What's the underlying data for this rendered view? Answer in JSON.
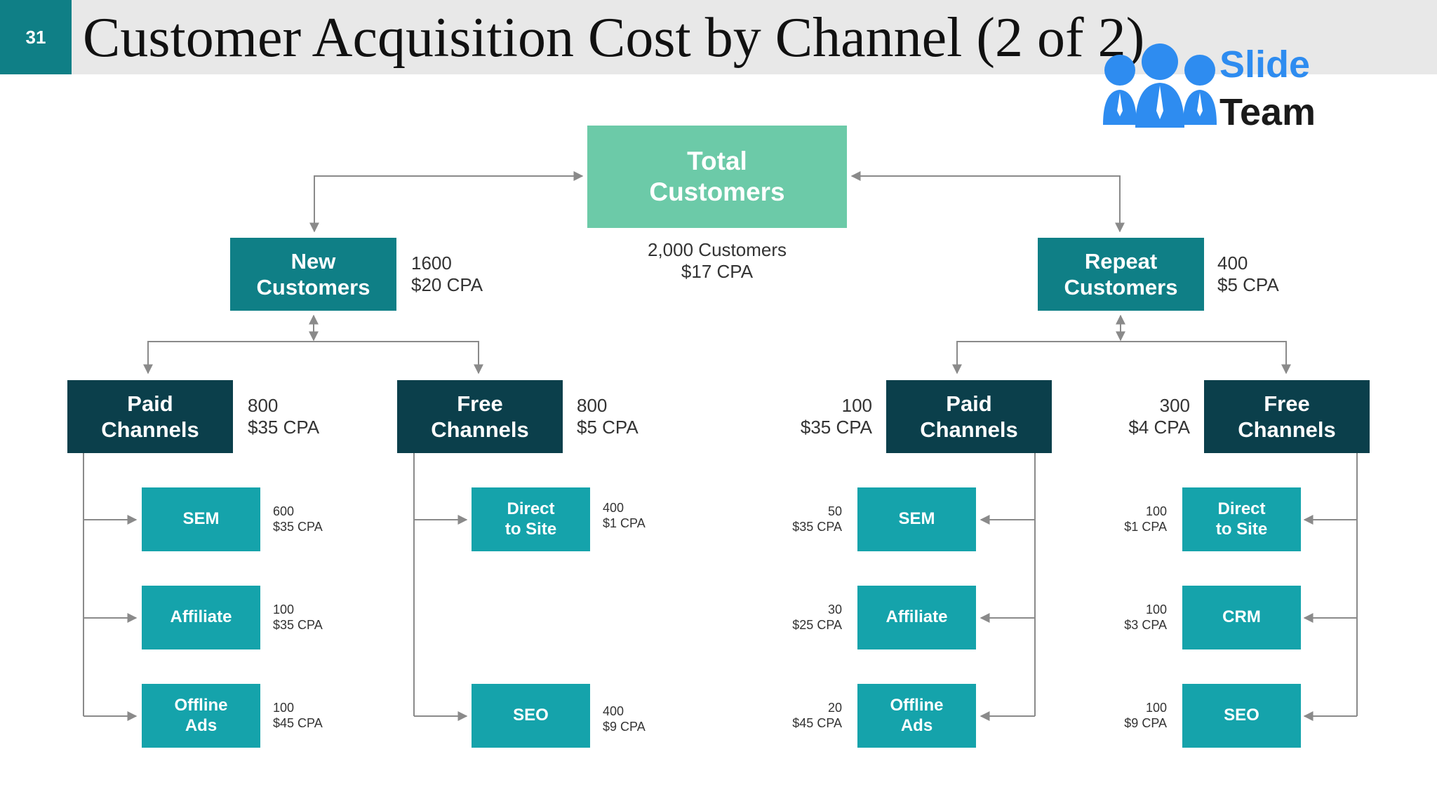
{
  "header": {
    "slide_number": "31",
    "title": "Customer Acquisition Cost by Channel (2 of 2)"
  },
  "logo": {
    "word1": "Slide",
    "word2": "Team"
  },
  "root": {
    "label_l1": "Total",
    "label_l2": "Customers",
    "count": "2,000 Customers",
    "cpa": "$17 CPA"
  },
  "new": {
    "label_l1": "New",
    "label_l2": "Customers",
    "count": "1600",
    "cpa": "$20 CPA",
    "paid": {
      "label_l1": "Paid",
      "label_l2": "Channels",
      "count": "800",
      "cpa": "$35 CPA",
      "items": [
        {
          "label_l1": "SEM",
          "label_l2": "",
          "count": "600",
          "cpa": "$35 CPA"
        },
        {
          "label_l1": "Affiliate",
          "label_l2": "",
          "count": "100",
          "cpa": "$35 CPA"
        },
        {
          "label_l1": "Offline",
          "label_l2": "Ads",
          "count": "100",
          "cpa": "$45 CPA"
        }
      ]
    },
    "free": {
      "label_l1": "Free",
      "label_l2": "Channels",
      "count": "800",
      "cpa": "$5 CPA",
      "items": [
        {
          "label_l1": "Direct",
          "label_l2": "to Site",
          "count": "400",
          "cpa": "$1 CPA"
        },
        {
          "label_l1": "SEO",
          "label_l2": "",
          "count": "400",
          "cpa": "$9 CPA"
        }
      ]
    }
  },
  "repeat": {
    "label_l1": "Repeat",
    "label_l2": "Customers",
    "count": "400",
    "cpa": "$5 CPA",
    "paid": {
      "label_l1": "Paid",
      "label_l2": "Channels",
      "count": "100",
      "cpa": "$35 CPA",
      "items": [
        {
          "label_l1": "SEM",
          "label_l2": "",
          "count": "50",
          "cpa": "$35 CPA"
        },
        {
          "label_l1": "Affiliate",
          "label_l2": "",
          "count": "30",
          "cpa": "$25 CPA"
        },
        {
          "label_l1": "Offline",
          "label_l2": "Ads",
          "count": "20",
          "cpa": "$45 CPA"
        }
      ]
    },
    "free": {
      "label_l1": "Free",
      "label_l2": "Channels",
      "count": "300",
      "cpa": "$4 CPA",
      "items": [
        {
          "label_l1": "Direct",
          "label_l2": "to Site",
          "count": "100",
          "cpa": "$1 CPA"
        },
        {
          "label_l1": "CRM",
          "label_l2": "",
          "count": "100",
          "cpa": "$3 CPA"
        },
        {
          "label_l1": "SEO",
          "label_l2": "",
          "count": "100",
          "cpa": "$9 CPA"
        }
      ]
    }
  }
}
